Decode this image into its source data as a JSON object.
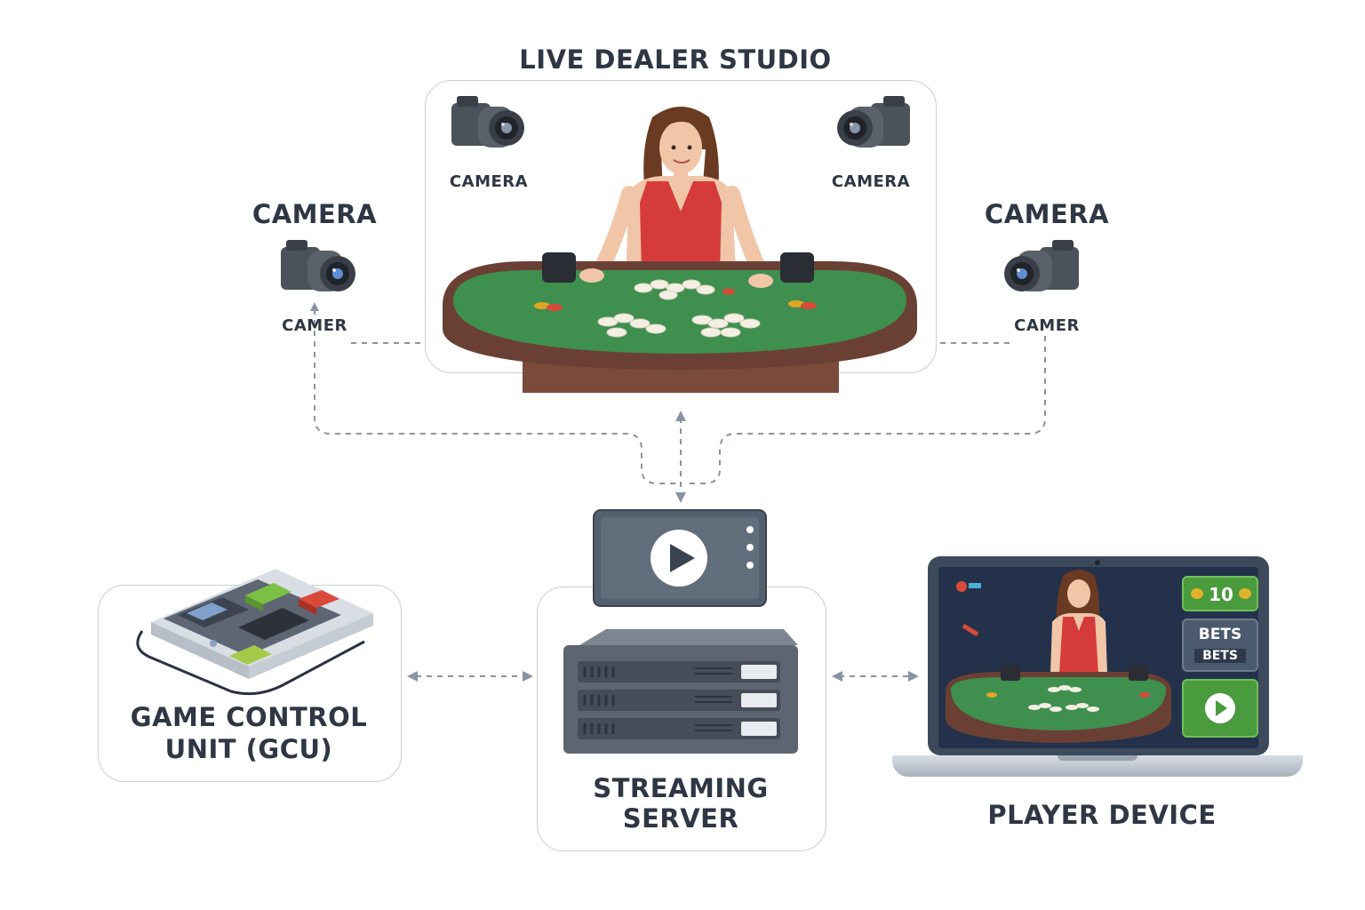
{
  "studio": {
    "title": "LIVE DEALER STUDIO",
    "camera_left_label": "CAMERA",
    "camera_right_label": "CAMERA"
  },
  "side_cameras": {
    "left_title": "CAMERA",
    "left_caption": "CAMER",
    "right_title": "CAMERA",
    "right_caption": "CAMER"
  },
  "gcu": {
    "line1": "GAME CONTROL",
    "line2": "UNIT (GCU)"
  },
  "server": {
    "line1": "STREAMING",
    "line2": "SERVER"
  },
  "player": {
    "title": "PLAYER DEVICE",
    "bet_value": "10",
    "bets_label": "BETS",
    "bets_sub": "BETS"
  },
  "colors": {
    "text": "#2f3644",
    "felt": "#3f8f4f",
    "table_rim": "#6b4034",
    "connector": "#8a93a3",
    "ui_green": "#4a9a3e",
    "screen_bg": "#23324a"
  },
  "icons": [
    "camera-icon",
    "dealer-figure",
    "blackjack-table",
    "play-icon",
    "server-rack",
    "control-board",
    "laptop"
  ]
}
